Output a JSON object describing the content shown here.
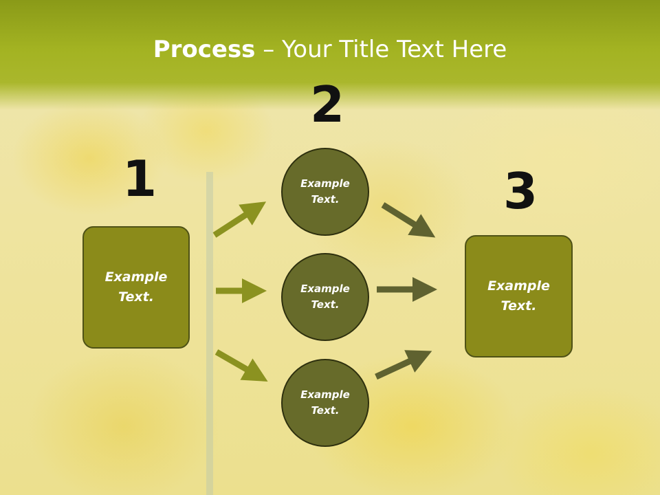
{
  "title": {
    "bold": "Process",
    "rest": " – Your Title Text Here"
  },
  "steps": {
    "one": "1",
    "two": "2",
    "three": "3"
  },
  "nodes": {
    "left_box": "Example Text.",
    "circle_top": "Example Text.",
    "circle_middle": "Example Text.",
    "circle_bottom": "Example Text.",
    "right_box": "Example Text."
  },
  "colors": {
    "header": "#a3b322",
    "box_fill": "#8b8b1a",
    "circle_fill": "#676b2a",
    "arrow_left": "#8b9220",
    "arrow_right": "#5f6230"
  }
}
